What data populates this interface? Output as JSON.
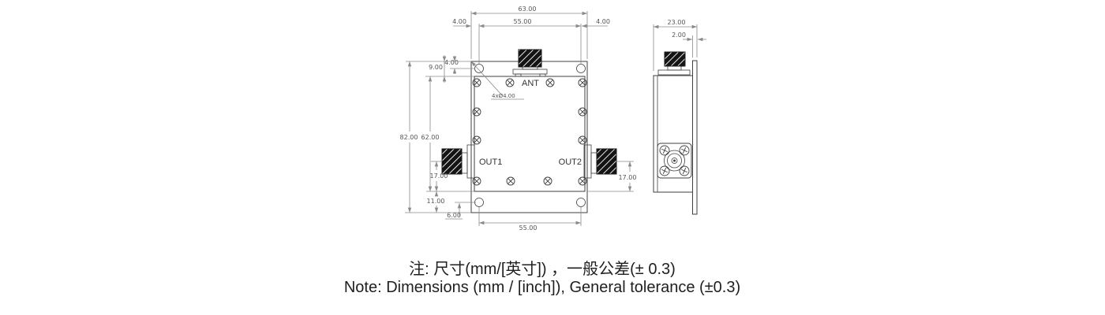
{
  "front_view": {
    "labels": {
      "ant": "ANT",
      "out1": "OUT1",
      "out2": "OUT2"
    },
    "dims": {
      "top_overall_width": "63.00",
      "top_hole_spacing": "55.00",
      "top_left_edge_offset": "4.00",
      "top_right_edge_offset": "4.00",
      "hole_center_from_top": "4.00",
      "body_from_top": "9.00",
      "overall_height": "82.00",
      "body_height": "62.00",
      "out1_from_bottom": "17.00",
      "out2_from_bottom": "17.00",
      "body_from_bottom": "11.00",
      "hole_center_from_bottom": "6.00",
      "bottom_hole_spacing": "55.00",
      "mounting_hole_callout": "4xØ4.00"
    }
  },
  "side_view": {
    "dims": {
      "overall_depth": "23.00",
      "flange_thickness": "2.00"
    }
  },
  "notes": {
    "chinese": "注: 尺寸(mm/[英寸]) ，一般公差(± 0.3)",
    "english": "Note: Dimensions (mm / [inch]), General tolerance (±0.3)"
  }
}
